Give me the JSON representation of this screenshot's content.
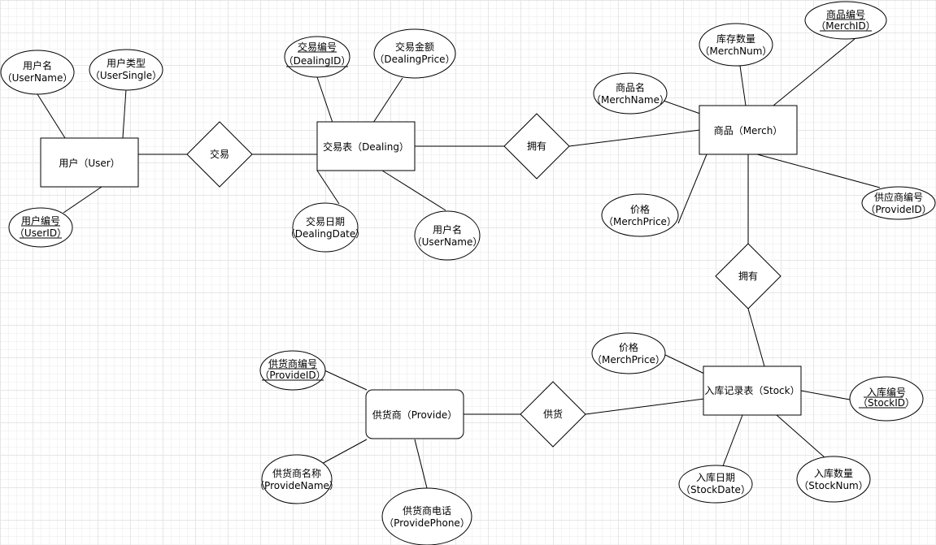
{
  "entities": {
    "user": "用户（User）",
    "dealing": "交易表（Dealing）",
    "merch": "商品（Merch）",
    "provide": "供货商（Provide）",
    "stock": "入库记录表（Stock）"
  },
  "relationships": {
    "deal": "交易",
    "own1": "拥有",
    "own2": "拥有",
    "supply": "供货"
  },
  "attributes": {
    "user_name": {
      "l1": "用户名",
      "l2": "（UserName）"
    },
    "user_single": {
      "l1": "用户类型",
      "l2": "（UserSingle）"
    },
    "user_id": {
      "l1": "用户编号",
      "l2": "（UserID）"
    },
    "dealing_id": {
      "l1": "交易编号",
      "l2": "（DealingID）"
    },
    "dealing_price": {
      "l1": "交易金额",
      "l2": "（DealingPrice）"
    },
    "dealing_date": {
      "l1": "交易日期",
      "l2": "（DealingDate）"
    },
    "dealing_user": {
      "l1": "用户名",
      "l2": "（UserName）"
    },
    "merch_name": {
      "l1": "商品名",
      "l2": "（MerchName）"
    },
    "merch_num": {
      "l1": "库存数量",
      "l2": "（MerchNum）"
    },
    "merch_id": {
      "l1": "商品编号",
      "l2": "（MerchID）"
    },
    "merch_price": {
      "l1": "价格",
      "l2": "（MerchPrice）"
    },
    "merch_provide_id": {
      "l1": "供应商编号",
      "l2": "（ProvideID）"
    },
    "stock_price": {
      "l1": "价格",
      "l2": "（MerchPrice）"
    },
    "stock_id": {
      "l1": "入库编号",
      "l2": "（StockID）"
    },
    "stock_date": {
      "l1": "入库日期",
      "l2": "（StockDate）"
    },
    "stock_num": {
      "l1": "入库数量",
      "l2": "（StockNum）"
    },
    "provide_id": {
      "l1": "供货商编号",
      "l2": "（ProvideID）"
    },
    "provide_name": {
      "l1": "供货商名称",
      "l2": "（ProvideName）"
    },
    "provide_phone": {
      "l1": "供货商电话",
      "l2": "（ProvidePhone）"
    }
  }
}
